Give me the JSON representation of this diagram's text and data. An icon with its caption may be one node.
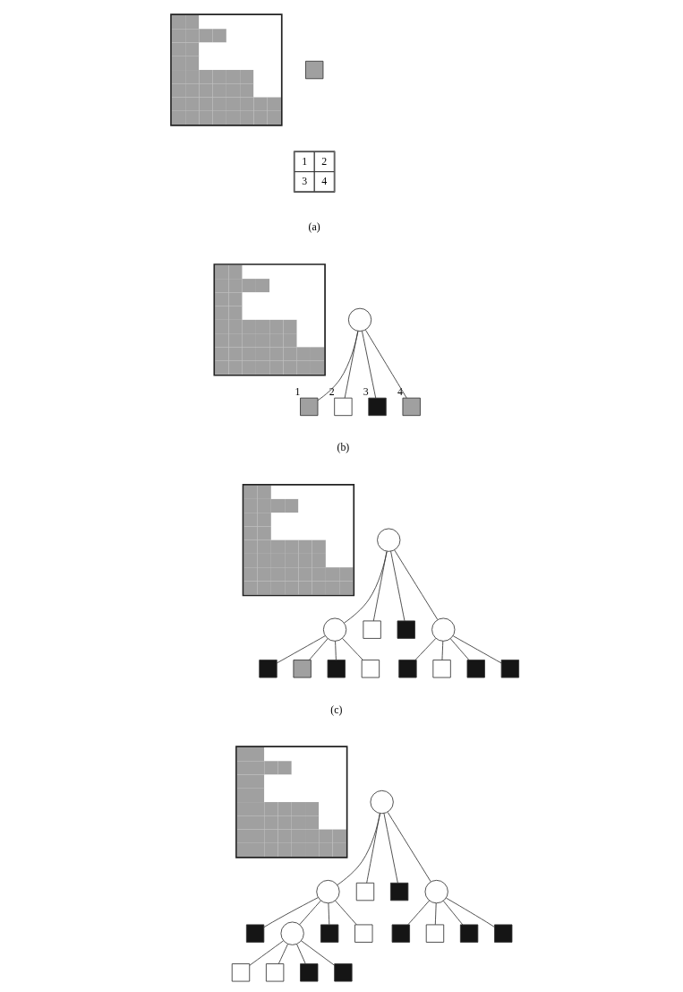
{
  "diagram": {
    "nodes": [
      {
        "text": [],
        "shape": "picture"
      },
      {
        "text": [],
        "shape": "box"
      },
      {
        "text": [],
        "shape": "picture"
      },
      {
        "text": [],
        "shape": "circle"
      },
      {
        "text": [],
        "shape": "box",
        "beside": [
          "1"
        ]
      },
      {
        "text": [],
        "shape": "box",
        "beside": [
          "2"
        ]
      },
      {
        "text": [],
        "shape": "box",
        "beside": [
          "3"
        ]
      },
      {
        "text": [],
        "shape": "box",
        "beside": [
          "4"
        ]
      },
      {
        "text": [],
        "shape": "picture"
      },
      {
        "text": [],
        "shape": "circle"
      },
      {
        "text": [],
        "shape": "circle"
      },
      {
        "text": [],
        "shape": "box"
      },
      {
        "text": [],
        "shape": "box"
      },
      {
        "text": [],
        "shape": "circle"
      },
      {
        "text": [],
        "shape": "box"
      },
      {
        "text": [],
        "shape": "box"
      },
      {
        "text": [],
        "shape": "box"
      },
      {
        "text": [],
        "shape": "box"
      },
      {
        "text": [],
        "shape": "box"
      },
      {
        "text": [],
        "shape": "box"
      },
      {
        "text": [],
        "shape": "box"
      },
      {
        "text": [],
        "shape": "box"
      },
      {
        "text": [],
        "shape": "picture"
      },
      {
        "text": [],
        "shape": "circle"
      },
      {
        "text": [],
        "shape": "circle"
      },
      {
        "text": [],
        "shape": "box"
      },
      {
        "text": [],
        "shape": "box"
      },
      {
        "text": [],
        "shape": "circle"
      },
      {
        "text": [],
        "shape": "box"
      },
      {
        "text": [],
        "shape": "circle"
      },
      {
        "text": [],
        "shape": "box"
      },
      {
        "text": [],
        "shape": "box"
      },
      {
        "text": [],
        "shape": "box"
      },
      {
        "text": [],
        "shape": "box"
      },
      {
        "text": [],
        "shape": "box"
      },
      {
        "text": [],
        "shape": "box"
      },
      {
        "text": [],
        "shape": "box"
      },
      {
        "text": [],
        "shape": "box"
      },
      {
        "text": [],
        "shape": "box"
      },
      {
        "text": [],
        "shape": "box"
      }
    ],
    "edges": [
      {
        "from": 3,
        "to": 4,
        "arrow": "none"
      },
      {
        "from": 3,
        "to": 5,
        "arrow": "none"
      },
      {
        "from": 3,
        "to": 6,
        "arrow": "none"
      },
      {
        "from": 3,
        "to": 7,
        "arrow": "none"
      },
      {
        "from": 9,
        "to": 10,
        "arrow": "none"
      },
      {
        "from": 9,
        "to": 11,
        "arrow": "none"
      },
      {
        "from": 9,
        "to": 12,
        "arrow": "none"
      },
      {
        "from": 9,
        "to": 13,
        "arrow": "none"
      },
      {
        "from": 10,
        "to": 14,
        "arrow": "none"
      },
      {
        "from": 10,
        "to": 15,
        "arrow": "none"
      },
      {
        "from": 10,
        "to": 16,
        "arrow": "none"
      },
      {
        "from": 10,
        "to": 17,
        "arrow": "none"
      },
      {
        "from": 13,
        "to": 18,
        "arrow": "none"
      },
      {
        "from": 13,
        "to": 19,
        "arrow": "none"
      },
      {
        "from": 13,
        "to": 20,
        "arrow": "none"
      },
      {
        "from": 13,
        "to": 21,
        "arrow": "none"
      },
      {
        "from": 23,
        "to": 24,
        "arrow": "none"
      },
      {
        "from": 23,
        "to": 25,
        "arrow": "none"
      },
      {
        "from": 23,
        "to": 26,
        "arrow": "none"
      },
      {
        "from": 23,
        "to": 27,
        "arrow": "none"
      },
      {
        "from": 24,
        "to": 28,
        "arrow": "none"
      },
      {
        "from": 24,
        "to": 29,
        "arrow": "none"
      },
      {
        "from": 24,
        "to": 30,
        "arrow": "none"
      },
      {
        "from": 24,
        "to": 31,
        "arrow": "none"
      },
      {
        "from": 27,
        "to": 32,
        "arrow": "none"
      },
      {
        "from": 27,
        "to": 33,
        "arrow": "none"
      },
      {
        "from": 27,
        "to": 34,
        "arrow": "none"
      },
      {
        "from": 27,
        "to": 35,
        "arrow": "none"
      },
      {
        "from": 29,
        "to": 36,
        "arrow": "none"
      },
      {
        "from": 29,
        "to": 37,
        "arrow": "none"
      },
      {
        "from": 29,
        "to": 38,
        "arrow": "none"
      },
      {
        "from": 29,
        "to": 39,
        "arrow": "none"
      }
    ],
    "labels": [
      "1",
      "2",
      "3",
      "4",
      "(a)",
      "(b)",
      "(c)"
    ]
  }
}
